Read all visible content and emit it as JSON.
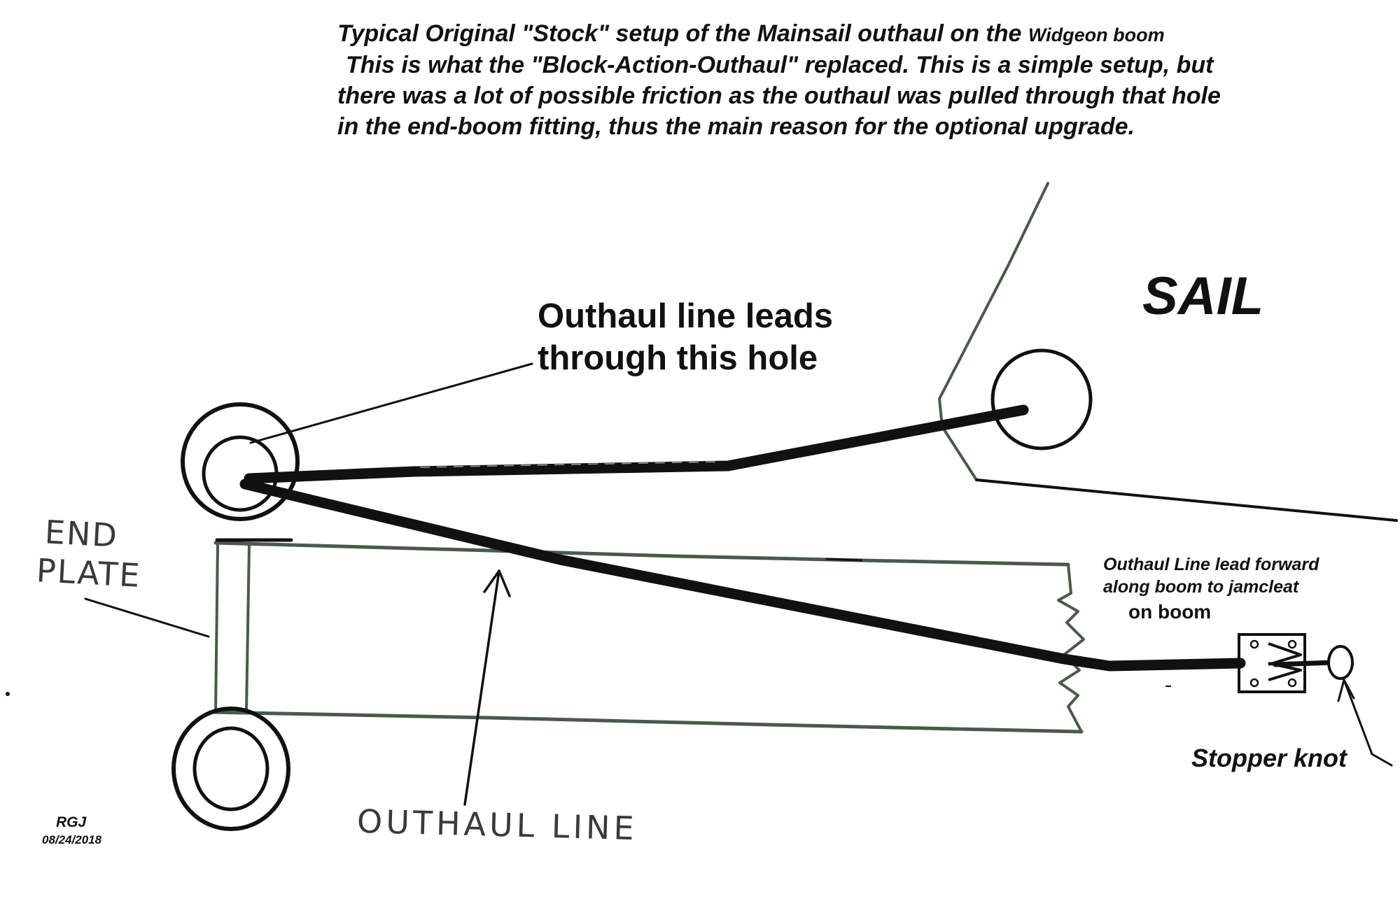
{
  "title": {
    "line1_main": "Typical Original \"Stock\" setup of the Mainsail outhaul on the",
    "line1_small": "Widgeon boom",
    "line2": "This is what the \"Block-Action-Outhaul\" replaced. This is a simple setup, but",
    "line3": "there was a lot of possible friction as the outhaul was pulled through  that hole",
    "line4": "in the end-boom fitting, thus the main reason for the optional upgrade."
  },
  "labels": {
    "hole_line1": "Outhaul line leads",
    "hole_line2": "through this hole",
    "sail": "SAIL",
    "end_plate_line1": "END",
    "end_plate_line2": "PLATE",
    "lead_line1": "Outhaul Line lead forward",
    "lead_line2": "along boom to jamcleat",
    "lead_line3": "on boom",
    "stopper_knot": "Stopper knot",
    "outhaul_line": "OUTHAUL LINE",
    "signature": "RGJ",
    "date": "08/24/2018"
  },
  "colors": {
    "ink": "#111111",
    "pencil": "#4a5a4a",
    "background": "#ffffff"
  }
}
